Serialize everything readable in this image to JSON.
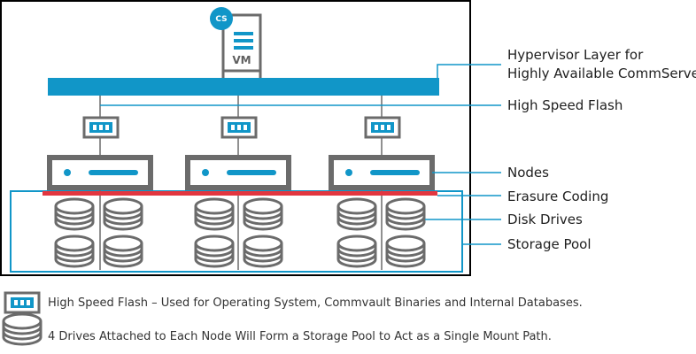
{
  "vm_server": {
    "badge": "CS",
    "label": "VM"
  },
  "callouts": [
    {
      "id": "hypervisor-line1",
      "text": "Hypervisor Layer for"
    },
    {
      "id": "hypervisor-line2",
      "text": "Highly Available CommServe"
    },
    {
      "id": "flash",
      "text": "High Speed Flash"
    },
    {
      "id": "nodes",
      "text": "Nodes"
    },
    {
      "id": "erasure",
      "text": "Erasure Coding"
    },
    {
      "id": "disks",
      "text": "Disk Drives"
    },
    {
      "id": "pool",
      "text": "Storage Pool"
    }
  ],
  "legend": [
    {
      "icon": "flash-drive-icon",
      "text": "High Speed Flash – Used for Operating System, Commvault Binaries and Internal Databases."
    },
    {
      "icon": "disk-stack-icon",
      "text": "4 Drives Attached to Each Node Will Form a Storage Pool to Act as a Single Mount Path."
    }
  ],
  "colors": {
    "accent": "#1196c8",
    "erasure": "#e2363f",
    "outline": "#6b6b6b",
    "frame": "#000000"
  }
}
